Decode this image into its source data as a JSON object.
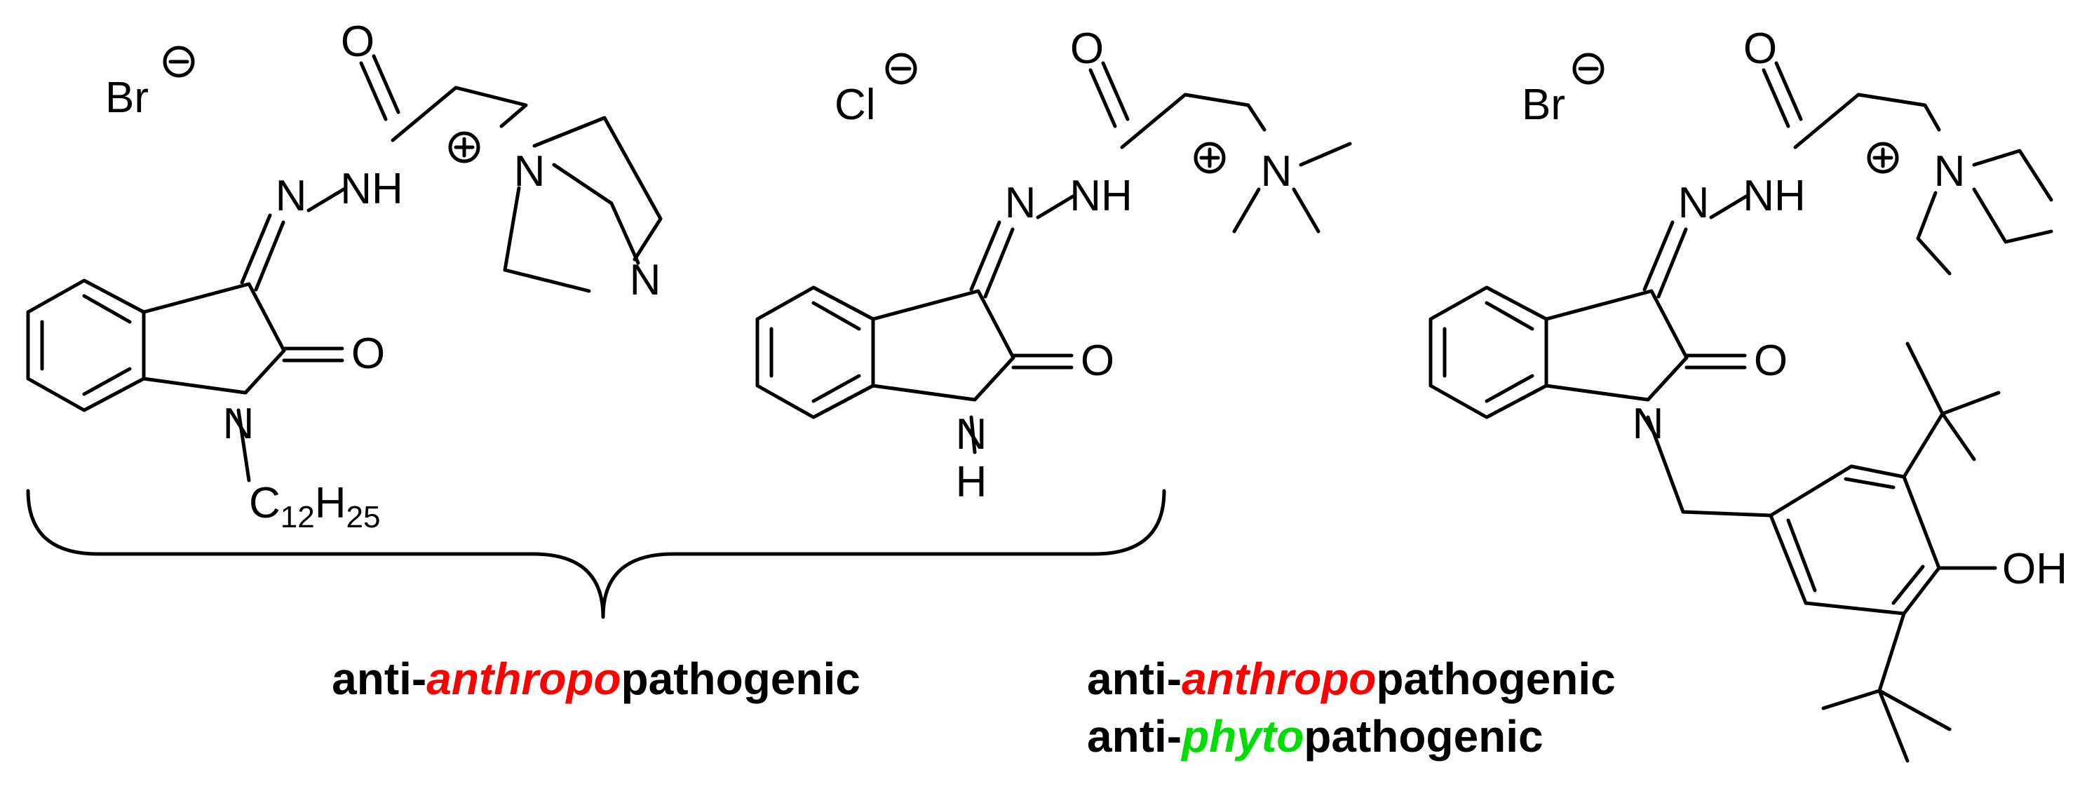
{
  "colors": {
    "anthropo": "#ff0000",
    "phyto": "#00dd00",
    "ink": "#000000"
  },
  "molecules": [
    {
      "counter_ion": "Br",
      "atoms": {
        "carbonyl_o": "O",
        "hydrazone_n": "N",
        "nh": "NH",
        "quat_n": "N",
        "cage_n": "N",
        "ring_o": "O",
        "ring_n": "N",
        "chain_c": "C",
        "chain_c_count": "12",
        "chain_h": "H",
        "chain_h_count": "25"
      }
    },
    {
      "counter_ion": "Cl",
      "atoms": {
        "carbonyl_o": "O",
        "hydrazone_n": "N",
        "nh": "NH",
        "quat_n": "N",
        "ring_o": "O",
        "ring_n": "N",
        "ring_h": "H"
      }
    },
    {
      "counter_ion": "Br",
      "atoms": {
        "carbonyl_o": "O",
        "hydrazone_n": "N",
        "nh": "NH",
        "quat_n": "N",
        "ring_o": "O",
        "ring_n": "N",
        "oh": "OH"
      }
    }
  ],
  "captions": {
    "group": {
      "prefix": "anti-",
      "highlight": "anthropo",
      "suffix": "pathogenic"
    },
    "right_line1": {
      "prefix": "anti-",
      "highlight": "anthropo",
      "suffix": "pathogenic"
    },
    "right_line2": {
      "prefix": "anti-",
      "highlight": "phyto",
      "suffix": "pathogenic"
    }
  }
}
